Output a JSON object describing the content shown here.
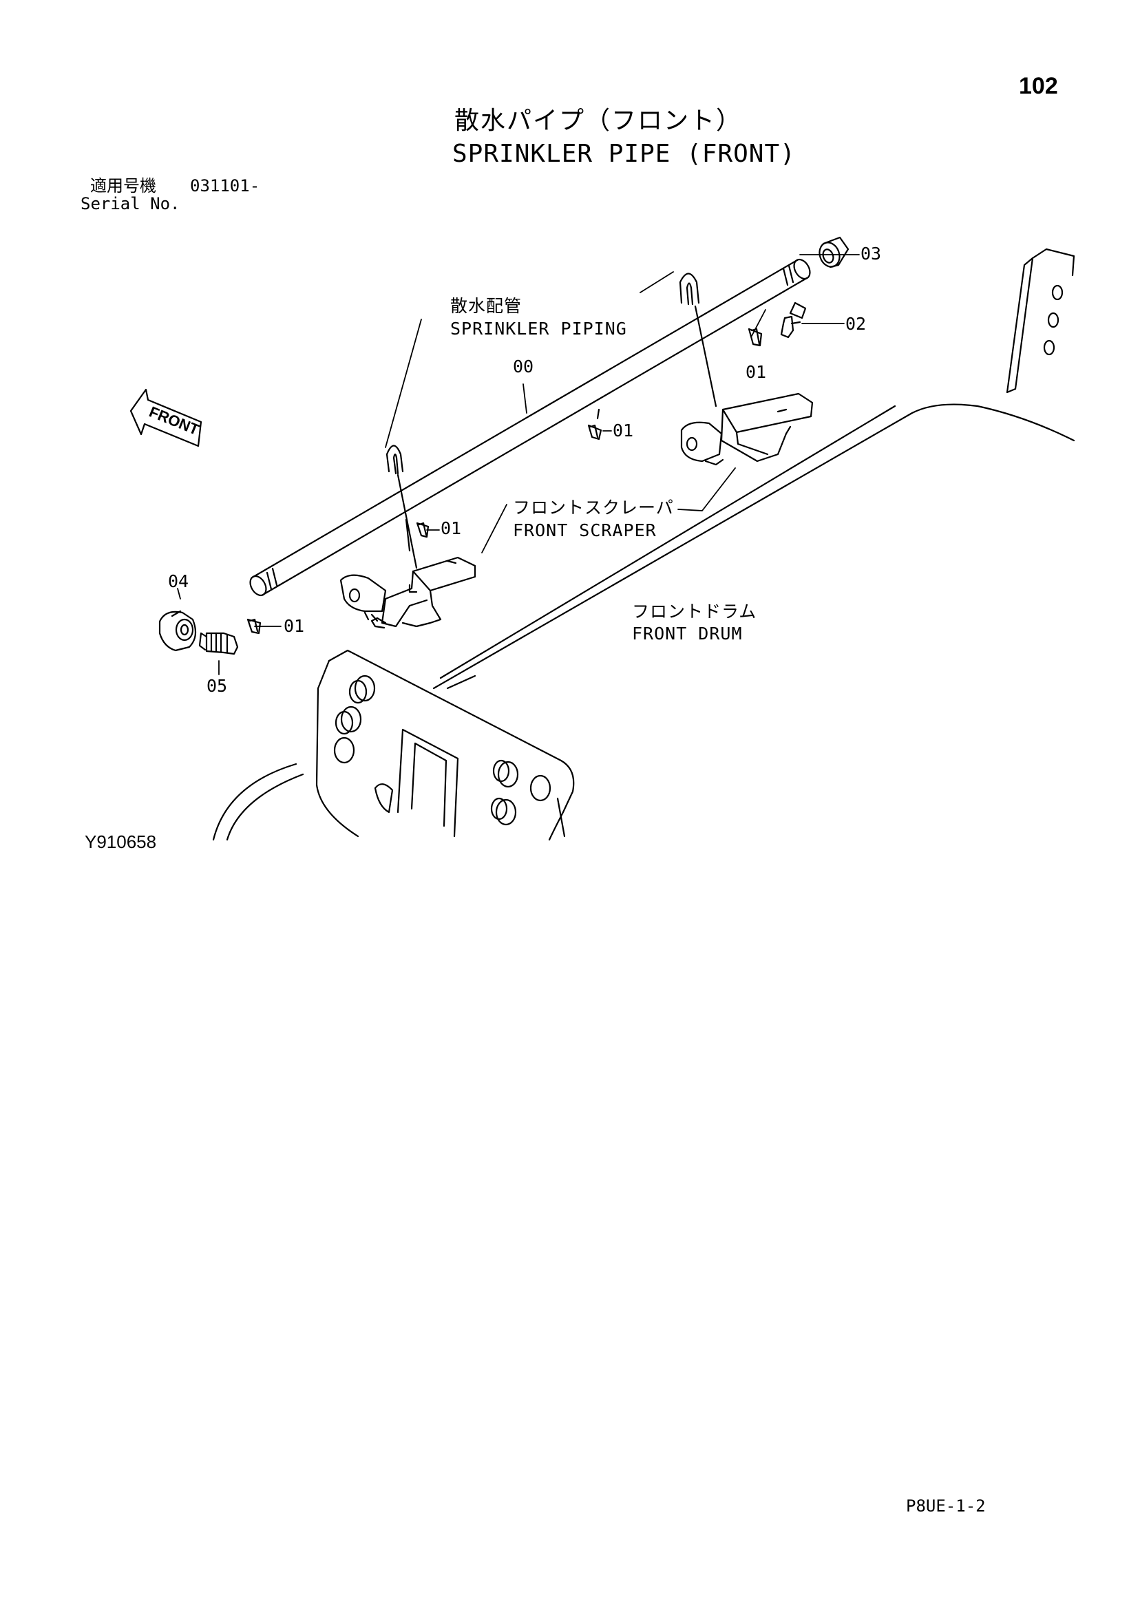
{
  "page_number": "102",
  "title_jp": "散水パイプ（フロント）",
  "title_en": "SPRINKLER PIPE (FRONT)",
  "serial": {
    "label_jp": "適用号機",
    "label_en": "Serial No.",
    "value": "031101-"
  },
  "front_arrow_label": "FRONT",
  "callouts": {
    "c00": "00",
    "c01_a": "01",
    "c01_b": "01",
    "c01_c": "01",
    "c01_d": "01",
    "c02": "02",
    "c03": "03",
    "c04": "04",
    "c05": "05"
  },
  "labels": {
    "sprinkler_piping_jp": "散水配管",
    "sprinkler_piping_en": "SPRINKLER PIPING",
    "front_scraper_jp": "フロントスクレーパ",
    "front_scraper_en": "FRONT SCRAPER",
    "front_drum_jp": "フロントドラム",
    "front_drum_en": "FRONT DRUM"
  },
  "figure_id": "Y910658",
  "page_code": "P8UE-1-2"
}
